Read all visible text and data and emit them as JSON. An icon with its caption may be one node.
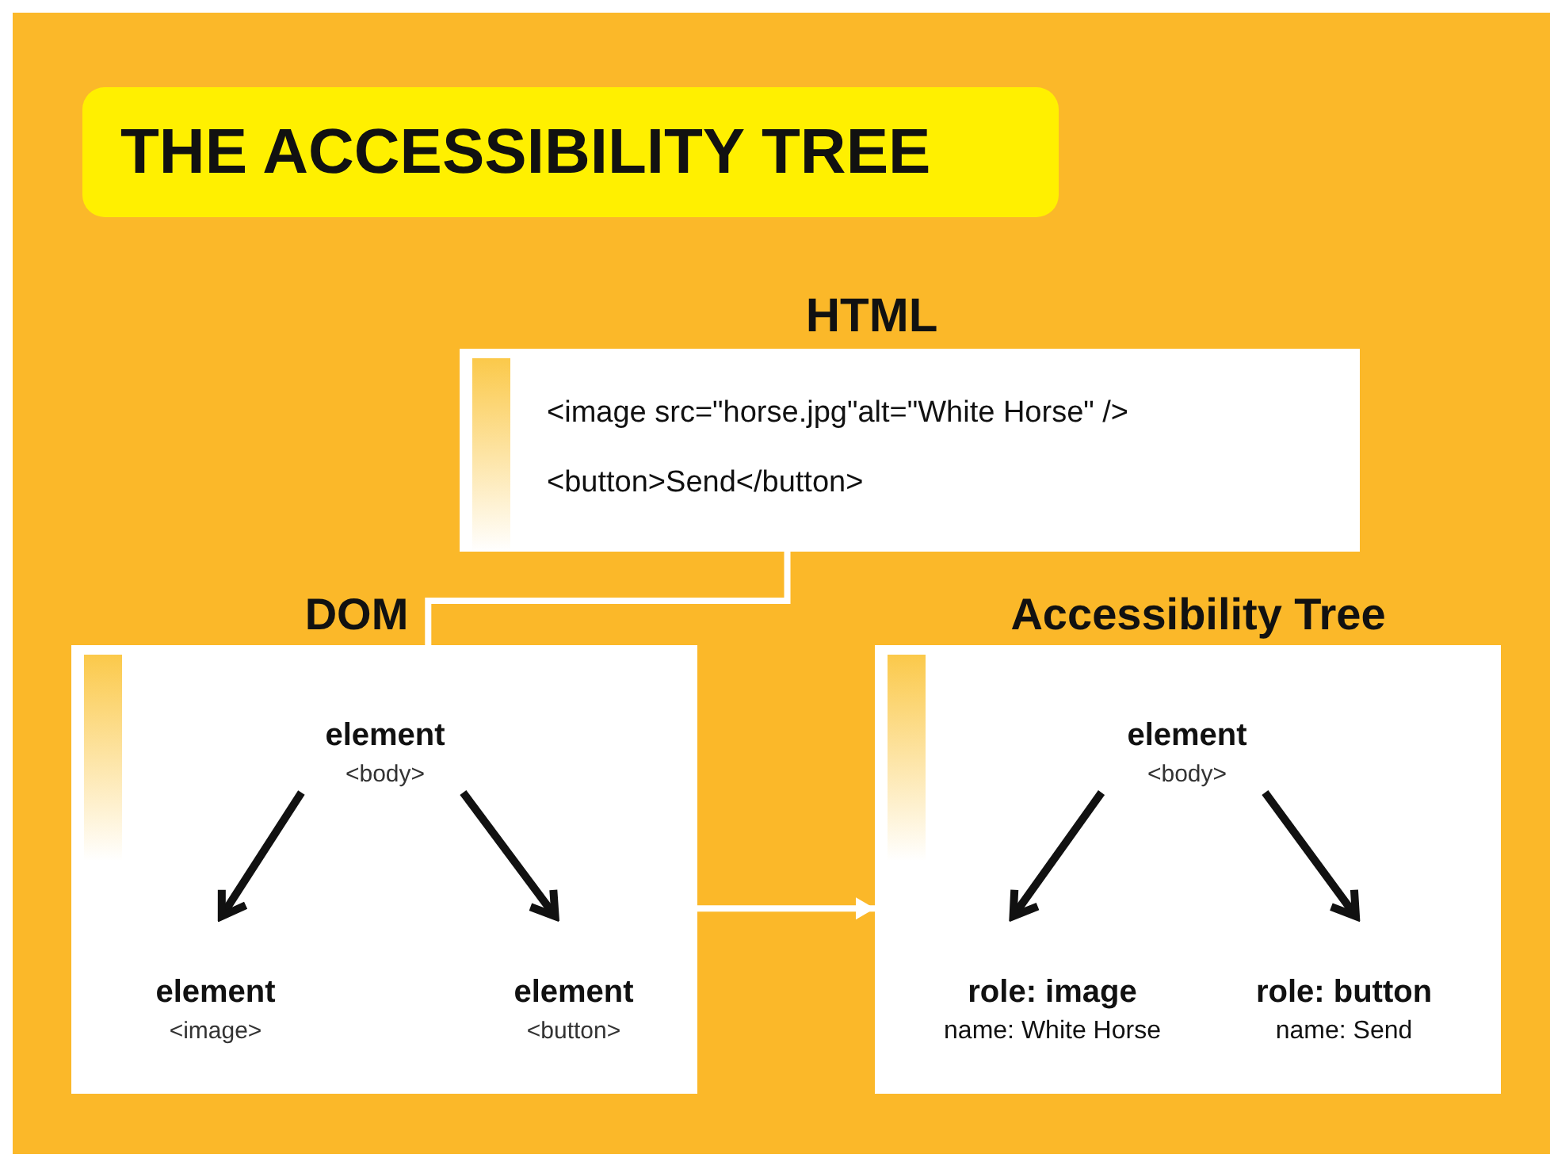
{
  "diagram": {
    "title": "THE ACCESSIBILITY TREE",
    "nodes": [
      {
        "text": [
          "HTML",
          "<image src=\"horse.jpg\"alt=\"White Horse\" />",
          "<button>Send</button>"
        ]
      },
      {
        "text": [
          "DOM"
        ]
      },
      {
        "text": [
          "element",
          "<body>"
        ],
        "in": 1
      },
      {
        "text": [
          "element",
          "<image>"
        ],
        "in": 1
      },
      {
        "text": [
          "element",
          "<button>"
        ],
        "in": 1
      },
      {
        "text": [
          "Accessibility Tree"
        ]
      },
      {
        "text": [
          "element",
          "<body>"
        ],
        "in": 5
      },
      {
        "text": [
          "role: image",
          "name: White Horse"
        ],
        "in": 5
      },
      {
        "text": [
          "role: button",
          "name: Send"
        ],
        "in": 5
      }
    ],
    "edges": [
      {
        "from": 0,
        "to": 1,
        "arrow": "none",
        "color": "#ffffff"
      },
      {
        "from": 1,
        "to": 5,
        "arrow": "to",
        "color": "#ffffff"
      },
      {
        "from": 2,
        "to": 3,
        "arrow": "to"
      },
      {
        "from": 2,
        "to": 4,
        "arrow": "to"
      },
      {
        "from": 6,
        "to": 7,
        "arrow": "to"
      },
      {
        "from": 6,
        "to": 8,
        "arrow": "to"
      }
    ]
  }
}
